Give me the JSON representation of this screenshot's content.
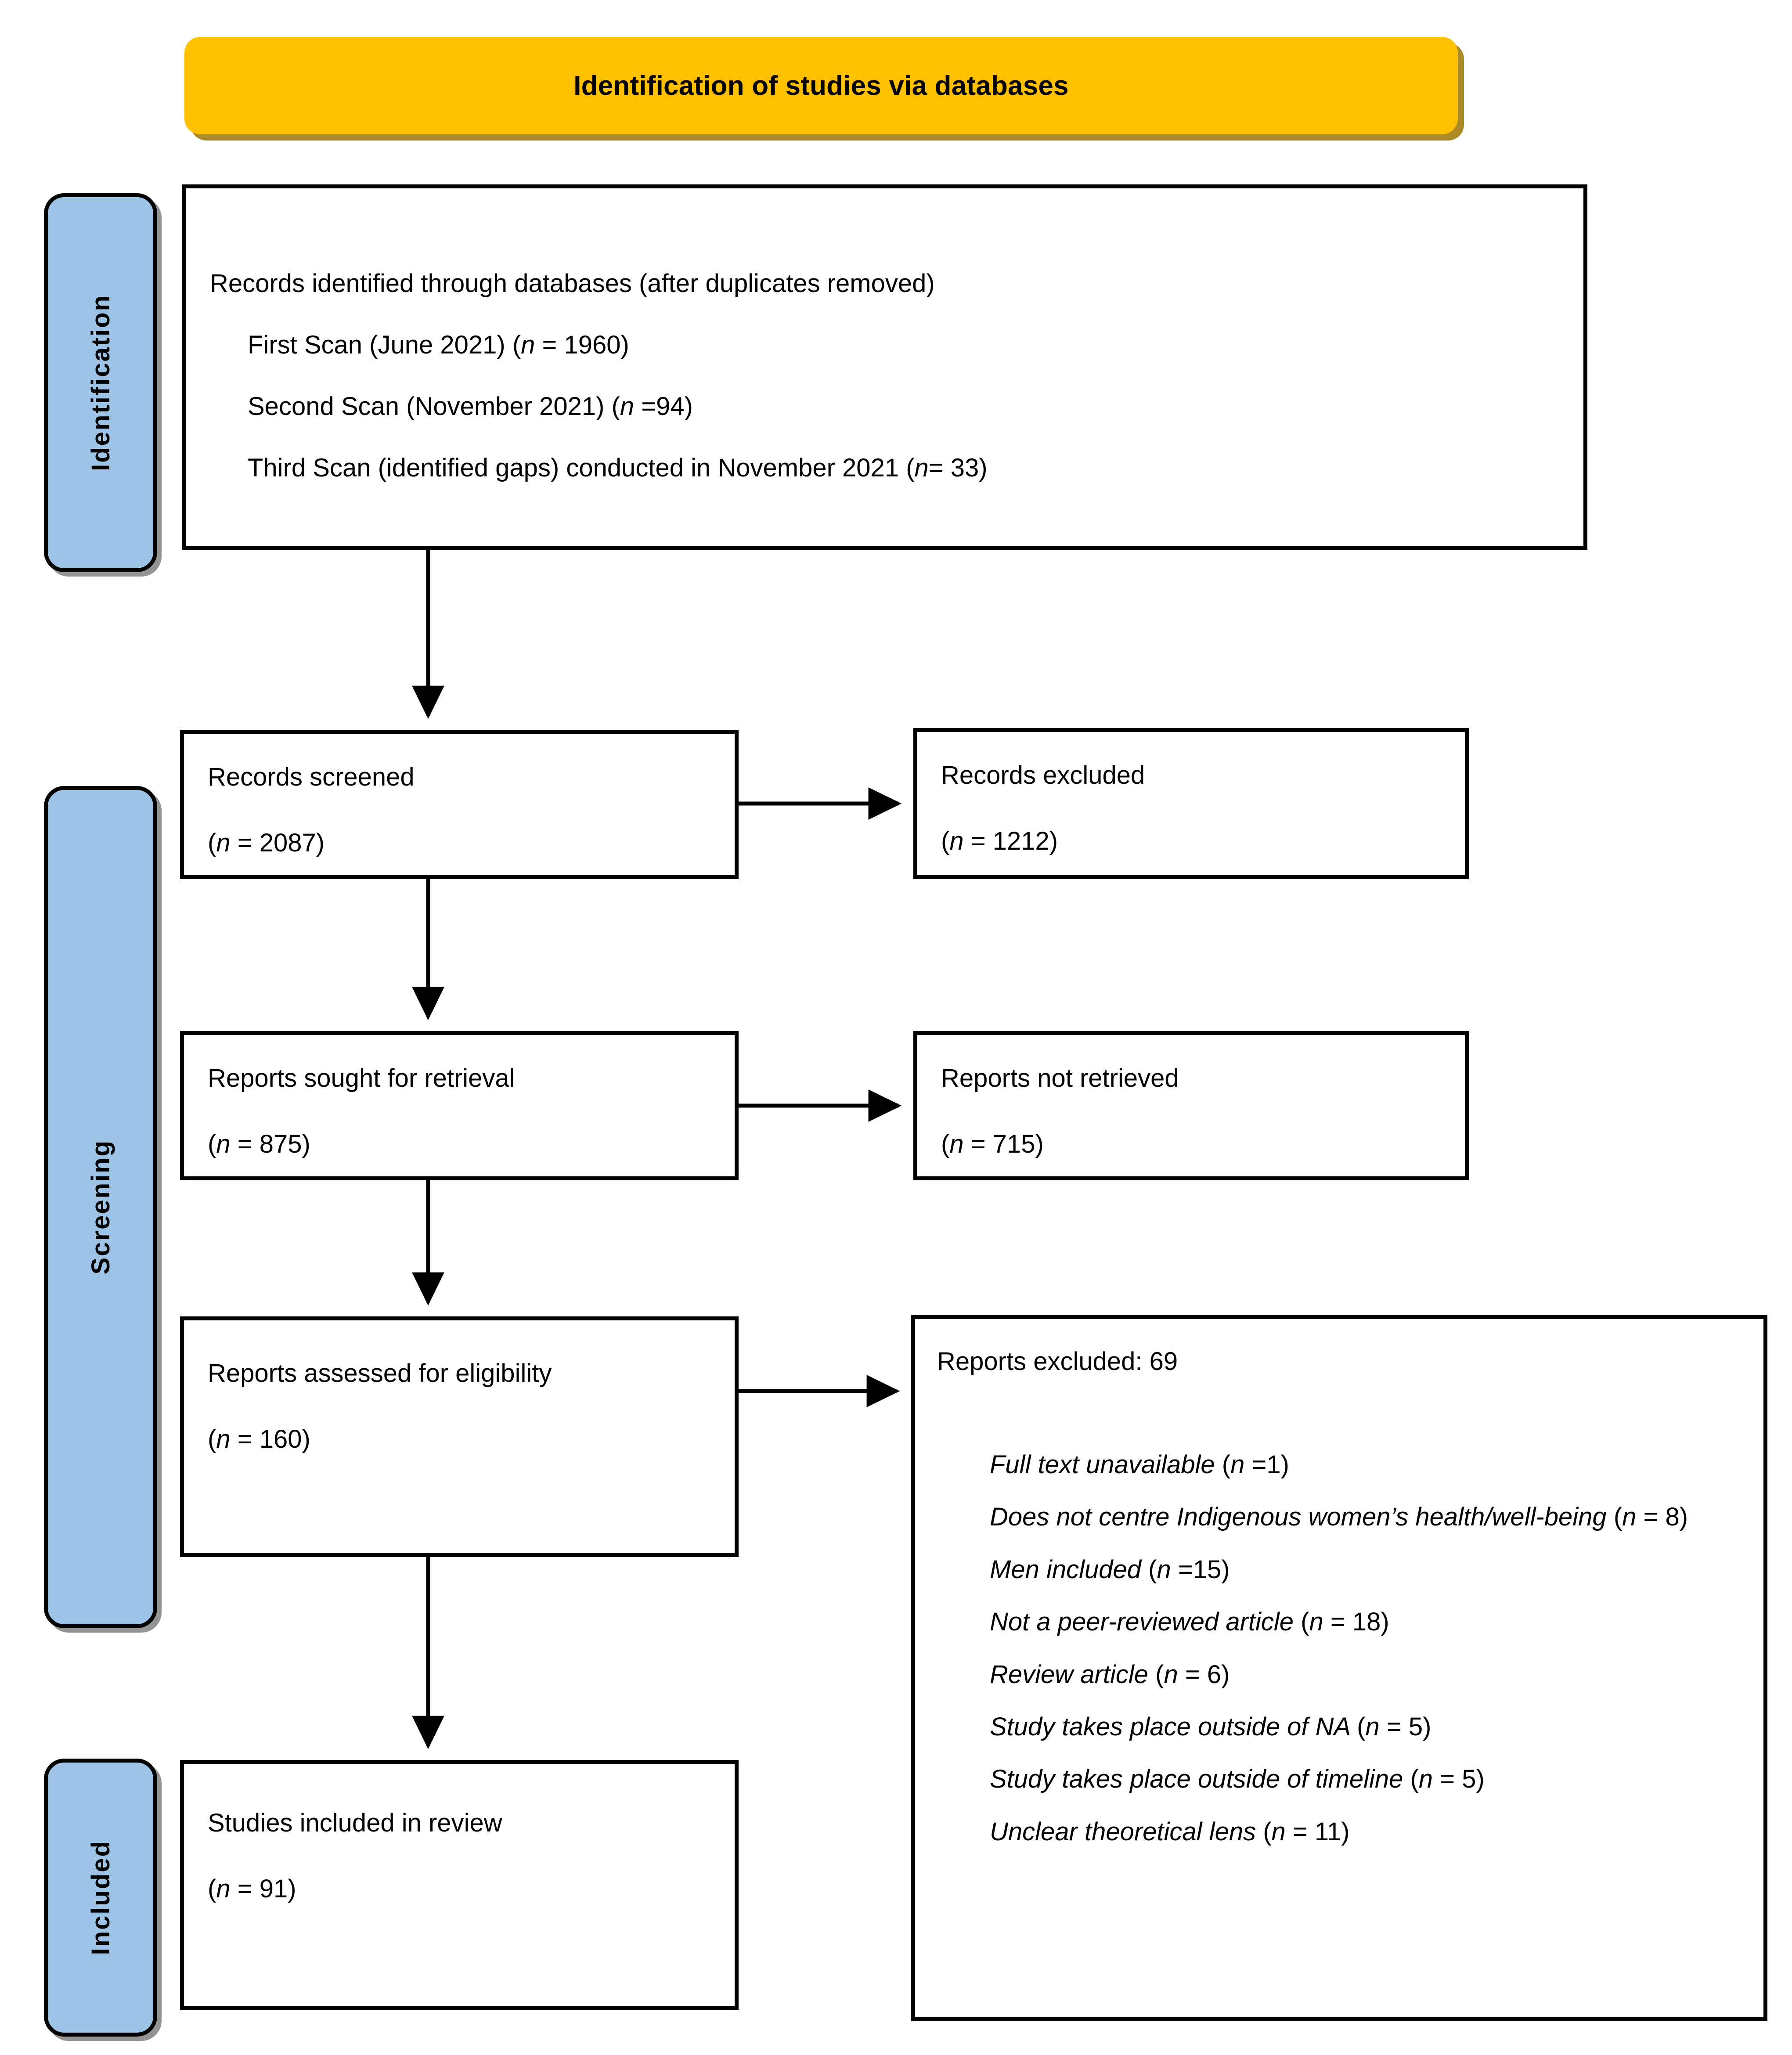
{
  "banner": {
    "title": "Identification of studies via databases",
    "color": "#FFC000"
  },
  "stages": {
    "identification": "Identification",
    "screening": "Screening",
    "included": "Included",
    "color": "#9DC3E6"
  },
  "identification_box": {
    "heading": "Records identified through databases (after duplicates removed)",
    "scans": [
      {
        "label": "First Scan (June 2021) (",
        "n_italic": "n",
        "n_value": " = 1960)"
      },
      {
        "label": "Second Scan (November 2021) (",
        "n_italic": "n",
        "n_value": " =94)"
      },
      {
        "label": "Third Scan (identified gaps) conducted in November 2021 (",
        "n_italic": "n",
        "n_value": "= 33)"
      }
    ],
    "scan_lines": [
      "First Scan (June 2021) (n = 1960)",
      "Second Scan (November 2021) (n =94)",
      "Third Scan (identified gaps) conducted in November 2021 (n= 33)"
    ]
  },
  "records_screened": {
    "label": "Records screened",
    "count_prefix": "(",
    "count_italic": "n",
    "count_value": " = 2087)",
    "count_text": "(n = 2087)"
  },
  "records_excluded": {
    "label": "Records excluded",
    "count_italic": "n",
    "count_value": " = 1212)",
    "count_text": "(n = 1212)"
  },
  "reports_sought": {
    "label": "Reports sought for retrieval",
    "count_italic": "n",
    "count_value": " = 875)",
    "count_text": "(n = 875)"
  },
  "reports_not_retrieved": {
    "label": "Reports not retrieved",
    "count_italic": "n",
    "count_value": " = 715)",
    "count_text": "(n = 715)"
  },
  "reports_assessed": {
    "label": "Reports assessed for eligibility",
    "count_italic": "n",
    "count_value": " = 160)",
    "count_text": "(n = 160)"
  },
  "studies_included": {
    "label": "Studies included in review",
    "count_italic": "n",
    "count_value": " = 91)",
    "count_text": "(n = 91)"
  },
  "reports_excluded": {
    "title": "Reports excluded: 69",
    "total": 69,
    "reasons": [
      {
        "reason": "Full text unavailable",
        "n_label": "(",
        "n_italic": "n",
        "n_value": " =1)",
        "n": 1,
        "text": "Full text unavailable (n =1)"
      },
      {
        "reason": "Does not centre Indigenous women’s health/well-being",
        "n_italic": "n",
        "n_value": " = 8)",
        "n": 8,
        "text": "Does not centre Indigenous women’s health/well-being (n = 8)"
      },
      {
        "reason": "Men included",
        "n_italic": "n",
        "n_value": " =15)",
        "n": 15,
        "text": "Men included (n =15)"
      },
      {
        "reason": "Not a peer-reviewed article",
        "n_italic": "n",
        "n_value": " = 18)",
        "n": 18,
        "text": "Not a peer-reviewed article (n = 18)"
      },
      {
        "reason": "Review article",
        "n_italic": "n",
        "n_value": " = 6)",
        "n": 6,
        "text": "Review article (n = 6)"
      },
      {
        "reason": "Study takes place outside of NA",
        "n_italic": "n",
        "n_value": " = 5)",
        "n": 5,
        "text": "Study takes place outside of NA (n = 5)"
      },
      {
        "reason": "Study takes place outside of timeline",
        "n_italic": "n",
        "n_value": " = 5)",
        "n": 5,
        "text": "Study takes place outside of timeline (n = 5)"
      },
      {
        "reason": "Unclear theoretical lens",
        "n_italic": "n",
        "n_value": " = 11)",
        "n": 11,
        "text": "Unclear theoretical lens (n = 11)"
      }
    ]
  }
}
